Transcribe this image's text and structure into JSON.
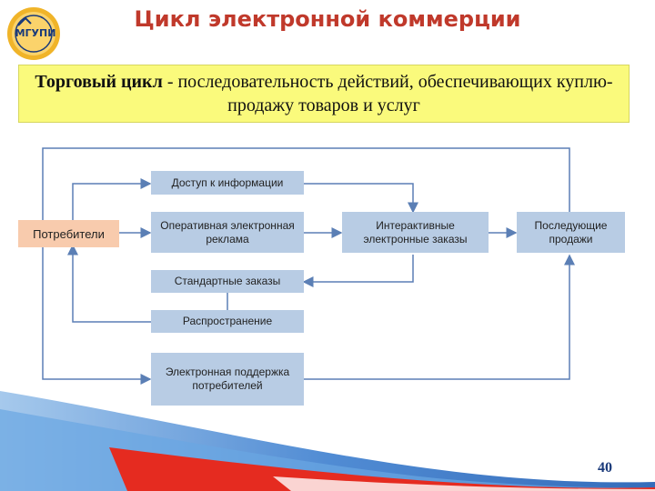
{
  "header": {
    "title": "Цикл электронной коммерции",
    "logo_text": "МГУПИ"
  },
  "definition": {
    "term": "Торговый цикл",
    "text": " - последовательность действий, обеспечивающих куплю-продажу товаров и услуг"
  },
  "diagram": {
    "nodes": {
      "consumers": "Потребители",
      "info_access": "Доступ к информации",
      "online_ads": "Оперативная электронная реклама",
      "standard_orders": "Стандартные заказы",
      "distribution": "Распространение",
      "customer_support": "Электронная поддержка потребителей",
      "interactive_orders": "Интерактивные электронные заказы",
      "after_sales": "Последующие продажи"
    }
  },
  "footer": {
    "page_number": "40"
  },
  "colors": {
    "title": "#c0392b",
    "definition_bg": "#fafa7c",
    "node_bg": "#b8cce4",
    "consumer_bg": "#f8cbad",
    "connector": "#5b7fb5",
    "wave_blue": "#2f6fc0",
    "wave_red": "#e52b20"
  }
}
